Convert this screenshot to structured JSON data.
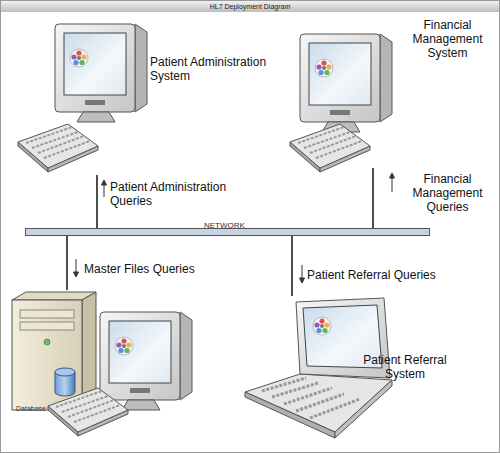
{
  "diagram": {
    "title": "HL7 Deployment Diagram",
    "nodes": [
      {
        "text": [
          "Patient Administration System"
        ]
      },
      {
        "text": [
          "Financial Management System"
        ]
      },
      {
        "text": [
          "NETWORK"
        ]
      },
      {
        "text": [
          "Database"
        ]
      },
      {
        "text": [
          "Patient Referral System"
        ]
      }
    ],
    "edges": [
      {
        "from": 0,
        "to": 2,
        "label": "Patient Administration Queries",
        "arrow": "none"
      },
      {
        "from": 1,
        "to": 2,
        "label": "Financial Management Queries",
        "arrow": "none"
      },
      {
        "from": 2,
        "to": 3,
        "label": "Master Files Queries",
        "arrow": "none"
      },
      {
        "from": 2,
        "to": 4,
        "label": "Patient Referral Queries",
        "arrow": "none"
      }
    ]
  }
}
